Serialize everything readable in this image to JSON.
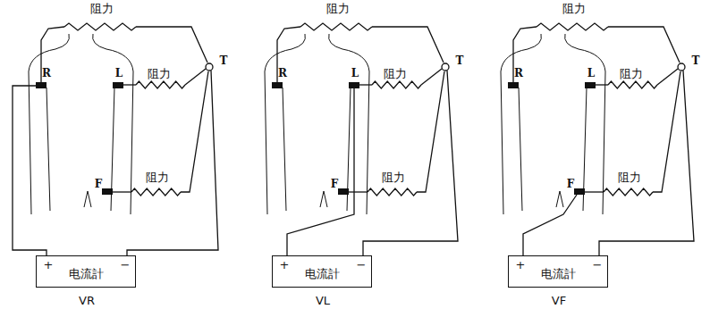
{
  "diagram": {
    "nodes": [
      {
        "text": [
          "电流計"
        ]
      },
      {
        "text": [
          "电流計"
        ]
      },
      {
        "text": [
          "电流計"
        ]
      }
    ],
    "labels": [
      "阻力",
      "R",
      "L",
      "阻力",
      "T",
      "F",
      "阻力",
      "+",
      "−",
      "VR",
      "阻力",
      "R",
      "L",
      "阻力",
      "T",
      "F",
      "阻力",
      "+",
      "−",
      "VL",
      "阻力",
      "R",
      "L",
      "阻力",
      "T",
      "F",
      "阻力",
      "+",
      "−",
      "VF"
    ]
  }
}
